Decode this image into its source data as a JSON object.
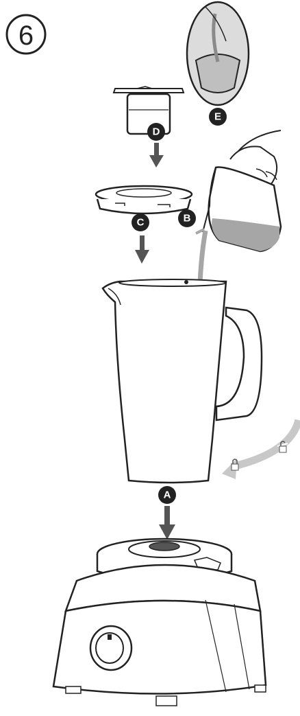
{
  "step_number": "6",
  "labels": {
    "a": "A",
    "b": "B",
    "c": "C",
    "d": "D",
    "e": "E"
  },
  "lock_icons": {
    "unlocked": "unlocked-padlock-icon",
    "locked": "locked-padlock-icon"
  },
  "colors": {
    "line": "#222222",
    "liquid": "#a6a6a6",
    "arrow": "#555555",
    "lock_arrow": "#c8c8c8"
  }
}
